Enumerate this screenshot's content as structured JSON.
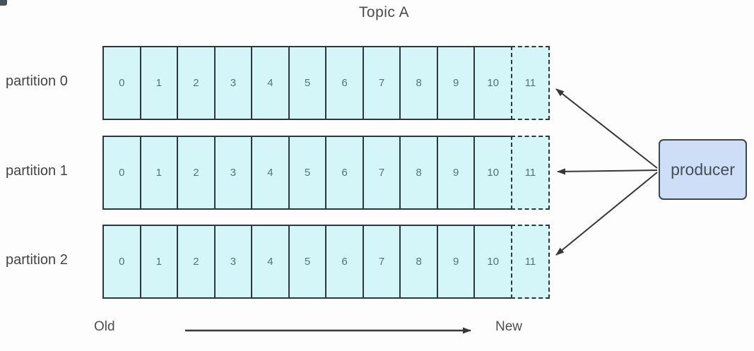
{
  "diagram": {
    "title": "Topic A",
    "partitions": [
      {
        "label": "partition 0",
        "cells": [
          "0",
          "1",
          "2",
          "3",
          "4",
          "5",
          "6",
          "7",
          "8",
          "9",
          "10"
        ],
        "pending_cell": "11"
      },
      {
        "label": "partition 1",
        "cells": [
          "0",
          "1",
          "2",
          "3",
          "4",
          "5",
          "6",
          "7",
          "8",
          "9",
          "10"
        ],
        "pending_cell": "11"
      },
      {
        "label": "partition 2",
        "cells": [
          "0",
          "1",
          "2",
          "3",
          "4",
          "5",
          "6",
          "7",
          "8",
          "9",
          "10"
        ],
        "pending_cell": "11"
      }
    ],
    "producer": {
      "label": "producer"
    },
    "timeline": {
      "old_label": "Old",
      "new_label": "New"
    },
    "colors": {
      "cell_fill": "#d5f6f8",
      "cell_border": "#2e373b",
      "cell_text": "#4f7578",
      "producer_fill": "#cedef6",
      "producer_border": "#3e454c",
      "arrow": "#373737",
      "text": "#4a4a4a"
    }
  }
}
